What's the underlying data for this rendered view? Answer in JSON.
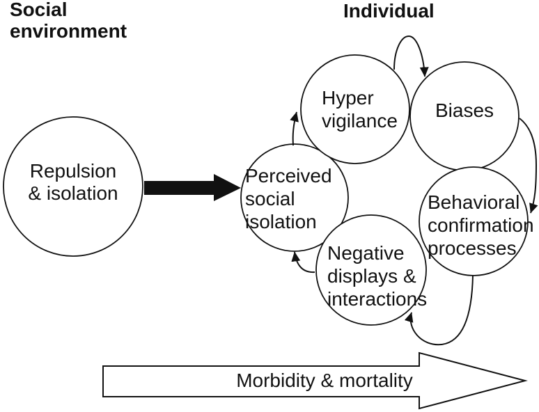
{
  "headings": {
    "social_environment_line1": "Social",
    "social_environment_line2": "environment",
    "individual": "Individual"
  },
  "nodes": {
    "repulsion_isolation": {
      "line1": "Repulsion",
      "line2": "& isolation"
    },
    "perceived_social_isolation": {
      "line1": "Perceived",
      "line2": "social",
      "line3": "isolation"
    },
    "hyper_vigilance": {
      "line1": "Hyper",
      "line2": "vigilance"
    },
    "biases": {
      "line1": "Biases"
    },
    "behavioral_confirmation": {
      "line1": "Behavioral",
      "line2": "confirmation",
      "line3": "processes"
    },
    "negative_displays": {
      "line1": "Negative",
      "line2": "displays &",
      "line3": "interactions"
    }
  },
  "edges": [
    {
      "from": "Repulsion & isolation",
      "to": "Perceived social isolation",
      "style": "thick-solid"
    },
    {
      "from": "Perceived social isolation",
      "to": "Hyper vigilance",
      "style": "thin"
    },
    {
      "from": "Hyper vigilance",
      "to": "Biases",
      "style": "thin-loop"
    },
    {
      "from": "Biases",
      "to": "Behavioral confirmation processes",
      "style": "thin"
    },
    {
      "from": "Behavioral confirmation processes",
      "to": "Negative displays & interactions",
      "style": "thin"
    },
    {
      "from": "Negative displays & interactions",
      "to": "Perceived social isolation",
      "style": "thin"
    }
  ],
  "outcome_arrow": {
    "label": "Morbidity & mortality"
  },
  "colors": {
    "ink": "#111111",
    "background": "#ffffff"
  }
}
